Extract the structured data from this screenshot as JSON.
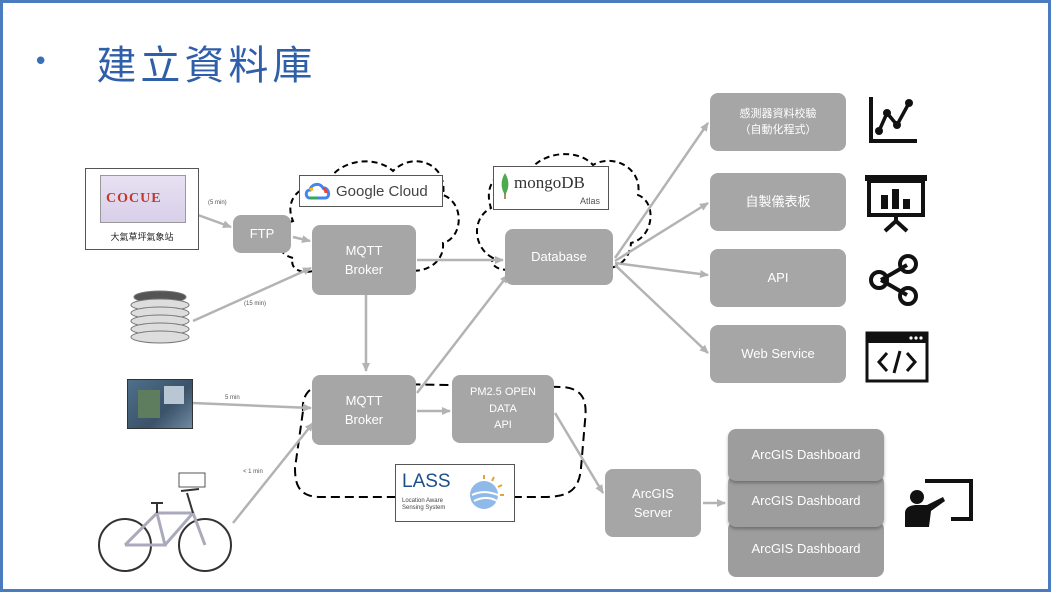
{
  "slide": {
    "bullet": "•",
    "title": "建立資料庫"
  },
  "logos": {
    "google_cloud": "Google Cloud",
    "mongodb": "mongoDB",
    "mongodb_sub": "Atlas",
    "lass": "LASS",
    "lass_sub": "Location Aware Sensing System",
    "station_caption": "大氣草坪氣象站",
    "station_logo_text": "COCUE"
  },
  "nodes": {
    "ftp": "FTP",
    "mqtt_broker_1": "MQTT\nBroker",
    "database": "Database",
    "mqtt_broker_2": "MQTT\nBroker",
    "pm25_api": "PM2.5 OPEN\nDATA\nAPI",
    "arcgis_server": "ArcGIS\nServer",
    "sensor_calibration": "感測器資料校驗\n（自動化程式）",
    "dashboard": "自製儀表板",
    "api": "API",
    "web_service": "Web Service",
    "arcgis_dashboard_1": "ArcGIS Dashboard",
    "arcgis_dashboard_2": "ArcGIS Dashboard",
    "arcgis_dashboard_3": "ArcGIS Dashboard"
  },
  "edge_labels": {
    "station_ftp": "(5 min)",
    "sensor_mqtt": "(15 min)",
    "device_mqtt": "5 min",
    "bike_mqtt": "< 1 min"
  },
  "icons": [
    "line-chart-icon",
    "presentation-board-icon",
    "share-icon",
    "code-window-icon",
    "teacher-screen-icon"
  ],
  "colors": {
    "title": "#2f5fa8",
    "node_fill": "#a6a6a6",
    "connector": "#b3b3b3",
    "frame_border": "#4a7bbf"
  }
}
